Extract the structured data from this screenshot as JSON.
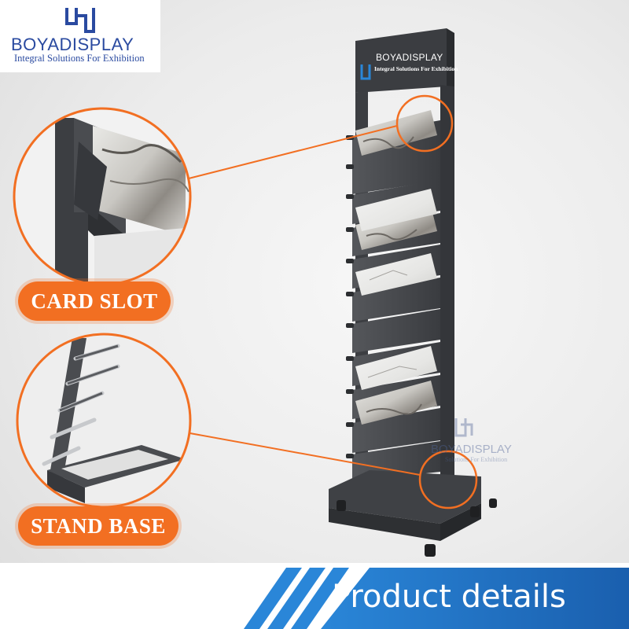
{
  "logo": {
    "brand": "BOYADISPLAY",
    "tagline": "Integral Solutions For Exhibition"
  },
  "tower_header": {
    "brand": "BOYADISPLAY",
    "tagline": "Integral Solutions For Exhibition"
  },
  "watermark": {
    "brand": "BOYADISPLAY",
    "tagline": "Solutions For Exhibition"
  },
  "labels": {
    "card_slot": "CARD SLOT",
    "stand_base": "STAND BASE"
  },
  "banner": {
    "title": "Product details"
  },
  "colors": {
    "accent_orange": "#f26f22",
    "banner_blue": "#1f6fc0",
    "frame_dark": "#3c3e42",
    "brand_blue": "#2a4aa0"
  },
  "icons": {
    "logo": "boya-logo-icon"
  }
}
